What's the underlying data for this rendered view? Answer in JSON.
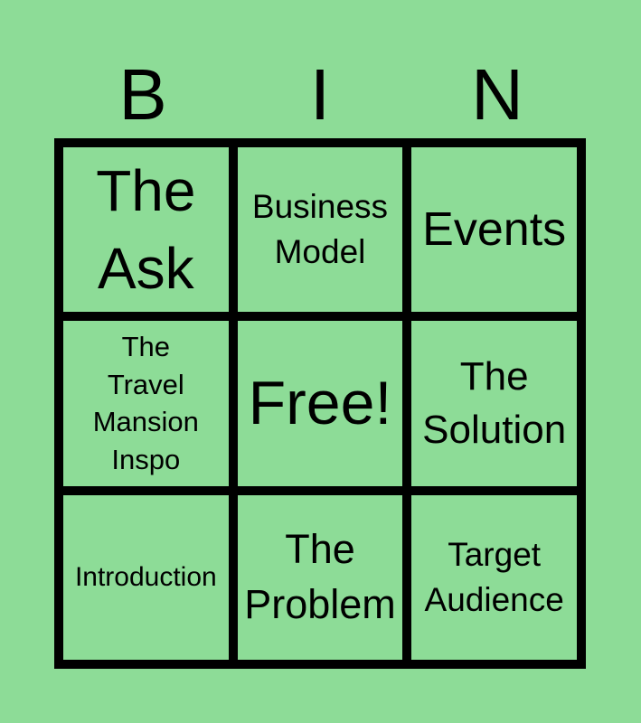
{
  "theme": {
    "page_background": "#8DDC97",
    "cell_background": "#8DDC97",
    "grid_line_color": "#000000",
    "text_color": "#000000"
  },
  "header": {
    "letters": [
      "B",
      "I",
      "N"
    ]
  },
  "card": {
    "rows": 3,
    "columns": 3,
    "cells": [
      {
        "label": "The\nAsk"
      },
      {
        "label": "Business\nModel"
      },
      {
        "label": "Events"
      },
      {
        "label": "The\nTravel\nMansion\nInspo"
      },
      {
        "label": "Free!"
      },
      {
        "label": "The\nSolution"
      },
      {
        "label": "Introduction"
      },
      {
        "label": "The\nProblem"
      },
      {
        "label": "Target\nAudience"
      }
    ]
  }
}
